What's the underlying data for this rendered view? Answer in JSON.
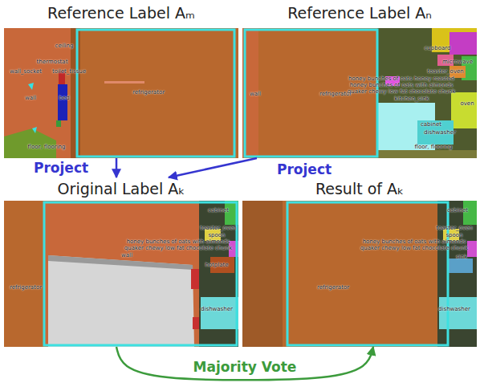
{
  "diagram": {
    "nodes": [
      {
        "text": [
          "Reference Label Aₘ"
        ]
      },
      {
        "text": [
          "Reference Label Aₙ"
        ]
      },
      {
        "text": [
          "Original Label Aₖ"
        ]
      },
      {
        "text": [
          "Result of Aₖ"
        ]
      }
    ],
    "edges": [
      {
        "from": 0,
        "to": 2,
        "arrow": "to",
        "label": "Project"
      },
      {
        "from": 1,
        "to": 2,
        "arrow": "to",
        "label": "Project"
      },
      {
        "from": 2,
        "to": 3,
        "arrow": "to",
        "label": "Majority Vote"
      }
    ],
    "labels": [
      "ceiling",
      "thermostat",
      "wall_socket",
      "toilet_tissue",
      "wall",
      "bed",
      "floor, flooring",
      "refrigerator",
      "wall",
      "refrigerator",
      "cupboard",
      "microwave",
      "toaster_oven",
      "honey bunches of oats honey roasted",
      "honey bunches of oats with almonds",
      "quaker chewy low fat chocolate chunk",
      "kitchen_sink",
      "oven",
      "cabinet",
      "dishwasher",
      "floor, flooring",
      "refrigerator",
      "wall",
      "cabinet",
      "toaster_oven",
      "spoon",
      "honey bunches of oats with almonds",
      "quaker chewy low fat chocolate chunk",
      "hotplate",
      "dishwasher",
      "refrigerator",
      "cabinet",
      "toaster_oven",
      "spoon",
      "honey bunches of oats with almonds",
      "quaker chewy low fat chocolate chunk",
      "sink",
      "dishwasher"
    ]
  }
}
